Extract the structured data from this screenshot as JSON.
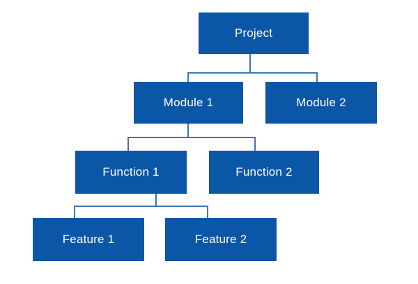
{
  "diagram": {
    "type": "org-chart-tree",
    "colors": {
      "box": "#0c56a7",
      "connector": "#3b76b5",
      "text": "#ffffff",
      "background": "#ffffff"
    },
    "nodes": [
      {
        "id": "project",
        "label": "Project",
        "level": 0,
        "parent": null
      },
      {
        "id": "module-1",
        "label": "Module 1",
        "level": 1,
        "parent": "project"
      },
      {
        "id": "module-2",
        "label": "Module 2",
        "level": 1,
        "parent": "project"
      },
      {
        "id": "function-1",
        "label": "Function 1",
        "level": 2,
        "parent": "module-1"
      },
      {
        "id": "function-2",
        "label": "Function 2",
        "level": 2,
        "parent": "module-1"
      },
      {
        "id": "feature-1",
        "label": "Feature 1",
        "level": 3,
        "parent": "function-1"
      },
      {
        "id": "feature-2",
        "label": "Feature 2",
        "level": 3,
        "parent": "function-1"
      }
    ]
  }
}
